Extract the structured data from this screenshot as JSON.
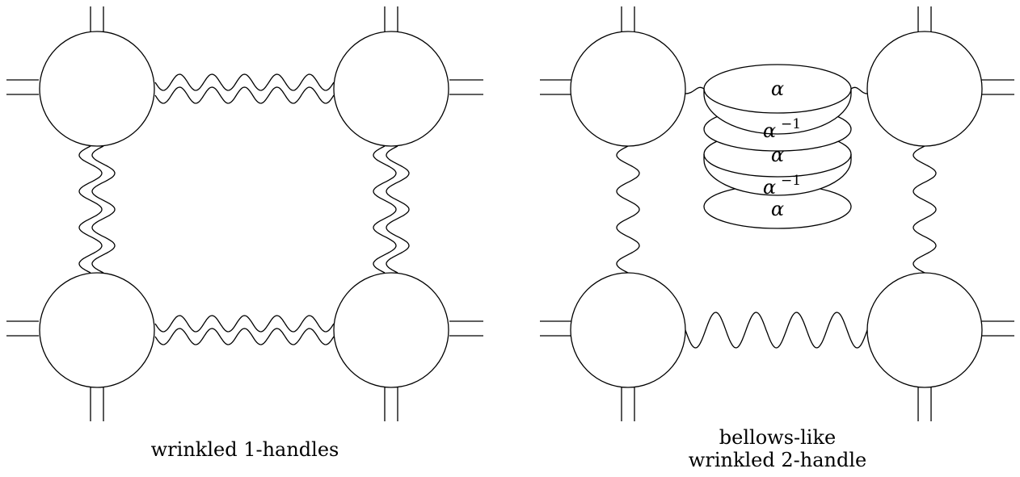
{
  "left_panel": {
    "caption": "wrinkled 1-handles"
  },
  "right_panel": {
    "caption_line1": "bellows-like",
    "caption_line2": "wrinkled 2-handle",
    "bellows_labels": [
      "α",
      "α",
      "α",
      "α",
      "α"
    ],
    "bellows_superscripts": [
      "",
      "−1",
      "",
      "−1",
      ""
    ]
  },
  "colors": {
    "ink": "#000000",
    "background": "#ffffff"
  }
}
